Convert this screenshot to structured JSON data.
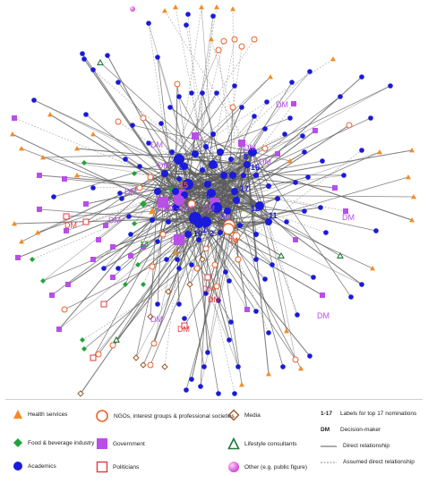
{
  "colors": {
    "health": "#f28c28",
    "food": "#22a33a",
    "academic": "#1a1adb",
    "ngo": "#e8622c",
    "government": "#b94ee8",
    "politician": "#e23b3b",
    "media": "#9a5a2a",
    "lifestyle": "#1f7a3a",
    "other": "#e45de0",
    "edge": "#5a5a5a",
    "edge_dashed": "#9a9a9a"
  },
  "labels": {
    "top_nominations": [
      "1",
      "2",
      "3",
      "4",
      "5",
      "6",
      "7",
      "8",
      "9",
      "10",
      "11",
      "12",
      "13",
      "14",
      "15",
      "16",
      "17"
    ],
    "decision_maker": "DM",
    "combined_9_dm": "9 - DM"
  },
  "legend": {
    "health": "Health services",
    "food": "Food & beverage industry",
    "academic": "Academics",
    "ngo": "NGOs, interest groups & professional societies",
    "government": "Government",
    "politician": "Politicians",
    "media": "Media",
    "lifestyle": "Lifestyle consultants",
    "other": "Other (e.g. public figure)",
    "key_range": "1-17",
    "key_range_text": "Labels for top 17 nominations",
    "key_dm": "DM",
    "key_dm_text": "Decision-maker",
    "direct": "Direct relationship",
    "assumed": "Assumed direct relationship"
  }
}
